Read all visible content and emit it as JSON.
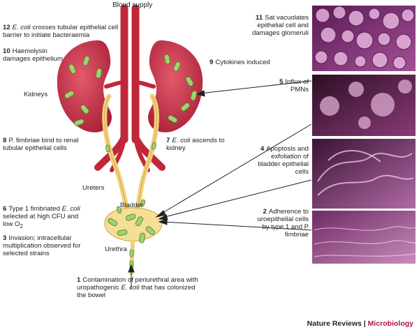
{
  "title": "Blood supply",
  "organs": {
    "kidneys": "Kidneys",
    "ureters": "Ureters",
    "bladder": "Bladder",
    "urethra": "Urethra"
  },
  "steps": [
    {
      "num": "12",
      "parts": [
        {
          "t": "E. coli",
          "i": true
        },
        {
          "t": " crosses tubular epithelial cell barrier to initiate bacteraemia"
        }
      ]
    },
    {
      "num": "10",
      "parts": [
        {
          "t": "Haemolysin damages epithelium"
        }
      ]
    },
    {
      "num": "9",
      "parts": [
        {
          "t": "Cytokines induced"
        }
      ]
    },
    {
      "num": "8",
      "parts": [
        {
          "t": "P. fimbriae bind to renal tubular epithelial cells"
        }
      ]
    },
    {
      "num": "7",
      "parts": [
        {
          "t": "E. coli",
          "i": true
        },
        {
          "t": " ascends to kidney"
        }
      ]
    },
    {
      "num": "6",
      "parts": [
        {
          "t": "Type 1 fimbriated "
        },
        {
          "t": "E. coli",
          "i": true
        },
        {
          "t": " selected at high CFU and low O"
        },
        {
          "t": "2",
          "sub": true
        }
      ]
    },
    {
      "num": "3",
      "parts": [
        {
          "t": "Invasion; intracellular multiplication observed for selected strains"
        }
      ]
    },
    {
      "num": "1",
      "parts": [
        {
          "t": "Contamination of periurethral area with uropathogenic "
        },
        {
          "t": "E. coli",
          "i": true
        },
        {
          "t": " that has colonized the bowel"
        }
      ]
    },
    {
      "num": "11",
      "parts": [
        {
          "t": "Sat vacuolates epithelial cell and damages glomeruli"
        }
      ]
    },
    {
      "num": "5",
      "parts": [
        {
          "t": "Influx of PMNs"
        }
      ]
    },
    {
      "num": "4",
      "parts": [
        {
          "t": "Apoptosis and exfoliation of bladder epithelial cells"
        }
      ]
    },
    {
      "num": "2",
      "parts": [
        {
          "t": "Adherence to uroepithelial cells by type 1 and P fimbriae"
        }
      ]
    }
  ],
  "footer": {
    "journal": "Nature Reviews | ",
    "brand": "Microbiology"
  },
  "colors": {
    "kidney": "#c8324a",
    "vessel": "#c0283a",
    "ureter": "#f1d17a",
    "bacterium": "#9fd36b",
    "photo_purple": "#7a2a66"
  }
}
